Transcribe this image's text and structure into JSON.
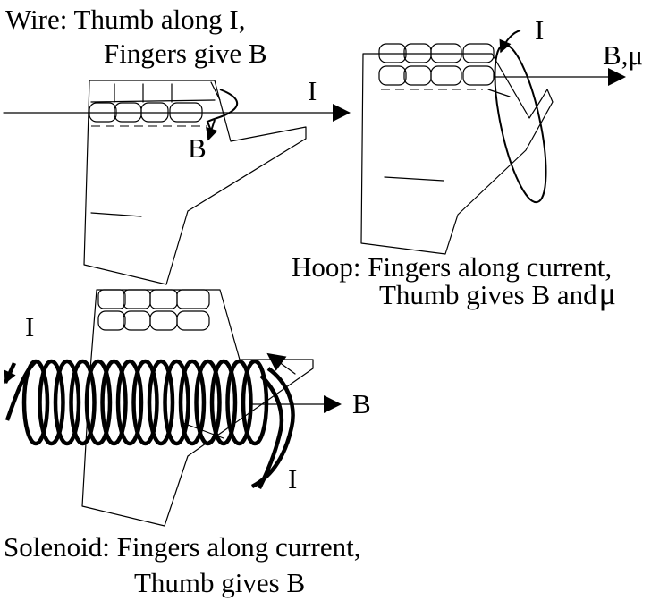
{
  "wire": {
    "caption_line1": "Wire: Thumb along I,",
    "caption_line2": "Fingers give B",
    "label_current": "I",
    "label_field": "B"
  },
  "hoop": {
    "caption_line1": "Hoop: Fingers along current,",
    "caption_line2": "Thumb gives B and",
    "caption_mu": "μ",
    "label_current": "I",
    "label_field": "B,μ"
  },
  "solenoid": {
    "caption_line1": "Solenoid: Fingers along current,",
    "caption_line2": "Thumb gives B",
    "label_current_in": "I",
    "label_current_out": "I",
    "label_field": "B"
  },
  "colors": {
    "ink": "#000000",
    "background": "#ffffff"
  },
  "icons": [
    "right-hand-icon",
    "current-arrow-icon",
    "field-loop-icon",
    "coil-icon"
  ]
}
